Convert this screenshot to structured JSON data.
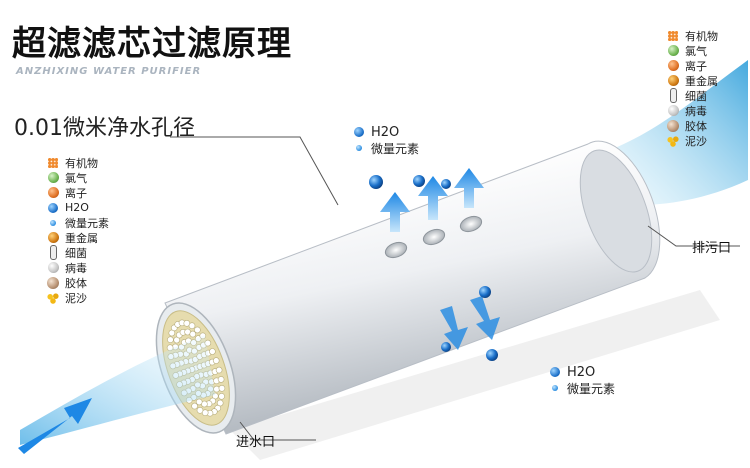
{
  "title": "超滤滤芯过滤原理",
  "subtitle": "ANZHIXING WATER PURIFIER",
  "pore_size": "0.01微米净水孔径",
  "inlet_legend": [
    {
      "icon": "organic-matter-icon",
      "label": "有机物"
    },
    {
      "icon": "chlorine-icon",
      "label": "氯气"
    },
    {
      "icon": "ion-icon",
      "label": "离子"
    },
    {
      "icon": "water-molecule-icon",
      "label": "H2O"
    },
    {
      "icon": "trace-element-icon",
      "label": "微量元素"
    },
    {
      "icon": "heavy-metal-icon",
      "label": "重金属"
    },
    {
      "icon": "bacteria-icon",
      "label": "细菌"
    },
    {
      "icon": "virus-icon",
      "label": "病毒"
    },
    {
      "icon": "colloid-icon",
      "label": "胶体"
    },
    {
      "icon": "sediment-icon",
      "label": "泥沙"
    }
  ],
  "waste_legend": [
    {
      "icon": "organic-matter-icon",
      "label": "有机物"
    },
    {
      "icon": "chlorine-icon",
      "label": "氯气"
    },
    {
      "icon": "ion-icon",
      "label": "离子"
    },
    {
      "icon": "heavy-metal-icon",
      "label": "重金属"
    },
    {
      "icon": "bacteria-icon",
      "label": "细菌"
    },
    {
      "icon": "virus-icon",
      "label": "病毒"
    },
    {
      "icon": "colloid-icon",
      "label": "胶体"
    },
    {
      "icon": "sediment-icon",
      "label": "泥沙"
    }
  ],
  "top_output": {
    "water": "H2O",
    "trace": "微量元素"
  },
  "bottom_output": {
    "water": "H2O",
    "trace": "微量元素"
  },
  "inlet_label": "进水口",
  "drain_label": "排污口",
  "colors": {
    "accent_blue": "#1e88e5",
    "water": "#7fc9ee",
    "membrane": "#e6dcae"
  }
}
